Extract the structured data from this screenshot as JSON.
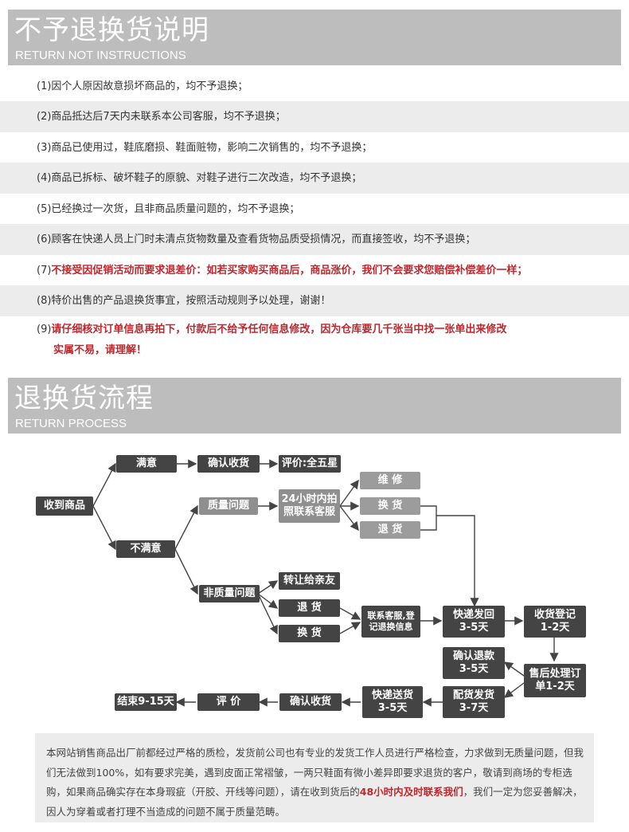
{
  "section1": {
    "title_zh": "不予退换货说明",
    "title_en": "RETURN NOT INSTRUCTIONS"
  },
  "rules": [
    {
      "num": "(1)",
      "text": "因个人原因故意损坏商品的，均不予退换；"
    },
    {
      "num": "(2)",
      "text": "商品抵达后7天内未联系本公司客服，均不予退换；"
    },
    {
      "num": "(3)",
      "text": "商品已使用过，鞋底磨损、鞋面赃物，影响二次销售的，均不予退换；"
    },
    {
      "num": "(4)",
      "text": "商品已拆标、破坏鞋子的原貌、对鞋子进行二次改造，均不予退换；"
    },
    {
      "num": "(5)",
      "text": "已经换过一次货，且非商品质量问题的，均不予退换；"
    },
    {
      "num": "(6)",
      "text": "顾客在快递人员上门时未清点货物数量及查看货物品质受损情况，而直接签收，均不予退换；"
    },
    {
      "num": "(7)",
      "text": "不接受因促销活动而要求退差价：如若买家购买商品后，商品涨价，我们不会要求您赔偿补偿差价一样；"
    },
    {
      "num": "(8)",
      "text": "特价出售的产品退换货事宜，按照活动规则予以处理，谢谢！"
    },
    {
      "num": "(9)",
      "text": "请仔细核对订单信息再拍下，付款后不给予任何信息修改，因为仓库要几千张当中找一张单出来修改",
      "text2": "实属不易，请理解！"
    }
  ],
  "section2": {
    "title_zh": "退换货流程",
    "title_en": "RETURN PROCESS"
  },
  "flow": {
    "received": "收到商品",
    "satisfied": "满意",
    "confirm_receipt": "确认收货",
    "rate_five": "评价:全五星",
    "unsatisfied": "不满意",
    "quality_issue": "质量问题",
    "photo_contact_1": "24小时内拍",
    "photo_contact_2": "照联系客服",
    "repair": "维  修",
    "exchange": "换  货",
    "return": "退  货",
    "non_quality": "非质量问题",
    "transfer": "转让给亲友",
    "return2": "退  货",
    "exchange2": "换  货",
    "contact_cs_1": "联系客服,登",
    "contact_cs_2": "记退换信息",
    "express_back_1": "快递发回",
    "express_back_2": "3-5天",
    "receive_register_1": "收货登记",
    "receive_register_2": "1-2天",
    "confirm_refund_1": "确认退款",
    "confirm_refund_2": "3-5天",
    "after_sales_1": "售后处理订",
    "after_sales_2": "单1-2天",
    "ship_1": "配货发货",
    "ship_2": "3-7天",
    "express_send_1": "快递送货",
    "express_send_2": "3-5天",
    "confirm_receipt2": "确认收货",
    "rate": "评  价",
    "end": "结束9-15天"
  },
  "note": {
    "text_a": "本网站销售商品出厂前都经过严格的质检，发货前公司也有专业的发货工作人员进行严格检查，力求做到无质量问题，但我们无法做到100%，如有要求完美，遇到皮面正常褶皱，一两只鞋面有微小差异即要求退货的客户，敬请到商场的专柜选购，如果商品确实存在本身瑕疵（开胶、开线等问题），请在收到货后的",
    "text_red": "48小时内及时联系我们",
    "text_b": "，我们一定为您妥善解决，因人为穿着或者打理不当造成的问题不属于质量范畴。"
  }
}
